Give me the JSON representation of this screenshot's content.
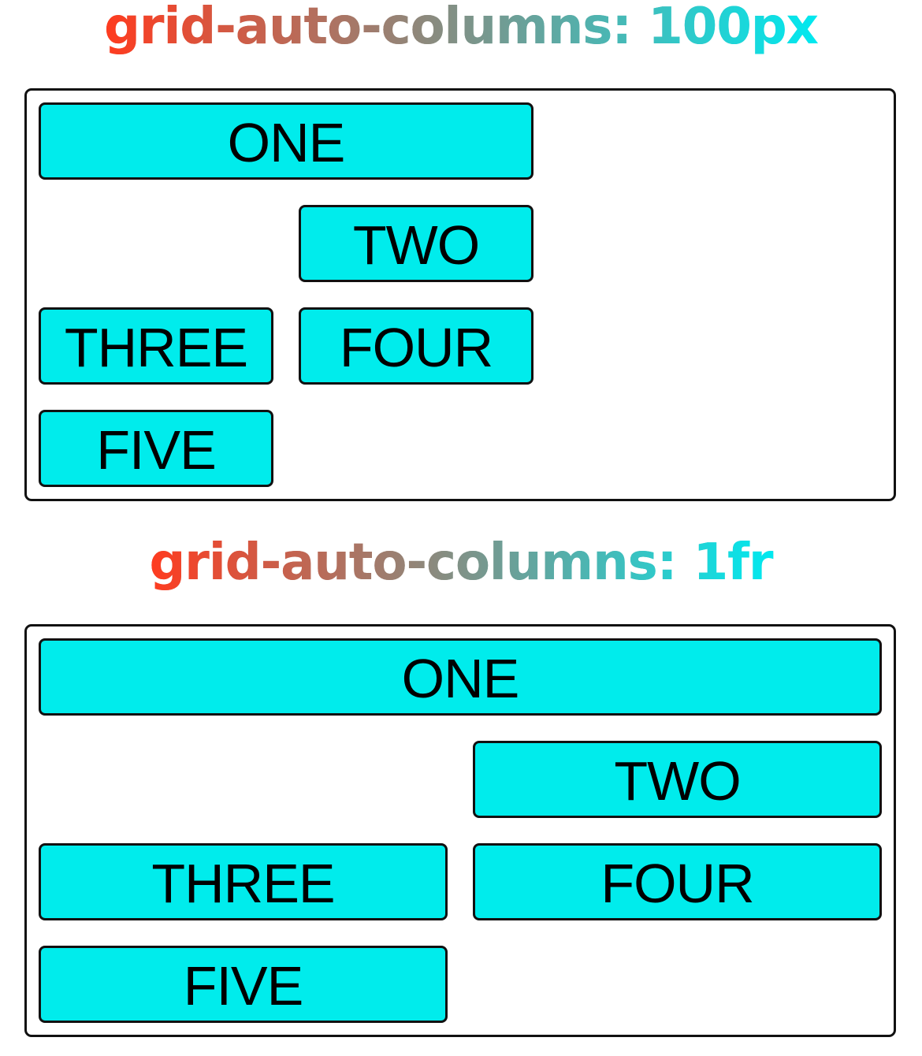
{
  "examples": [
    {
      "heading": "grid-auto-columns: 100px",
      "items": [
        "ONE",
        "TWO",
        "THREE",
        "FOUR",
        "FIVE"
      ]
    },
    {
      "heading": "grid-auto-columns: 1fr",
      "items": [
        "ONE",
        "TWO",
        "THREE",
        "FOUR",
        "FIVE"
      ]
    }
  ],
  "colors": {
    "heading_gradient_start": "#ff3b1f",
    "heading_gradient_end": "#00e9f0",
    "item_background": "#00ecec",
    "border": "#111111"
  }
}
